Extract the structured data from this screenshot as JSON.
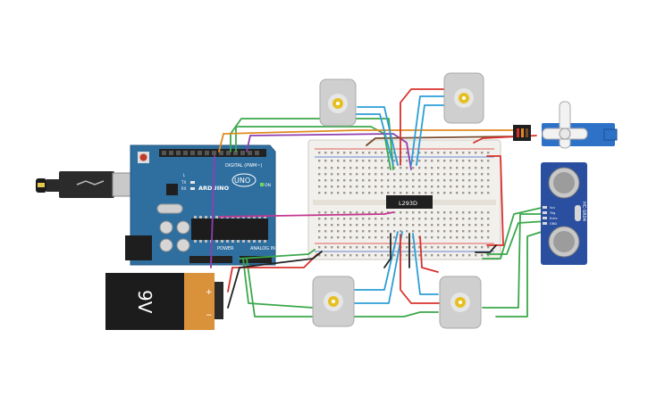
{
  "arduino": {
    "brand": "ARDUINO",
    "model": "UNO",
    "digital_label": "DIGITAL (PWM~)",
    "power_label": "POWER",
    "analog_label": "ANALOG IN",
    "tx_label": "TX",
    "rx_label": "RX",
    "on_label": "ON",
    "l_label": "L"
  },
  "battery": {
    "label": "9V",
    "plus": "+",
    "minus": "−"
  },
  "driver_chip": {
    "label": "L293D"
  },
  "servo": {
    "label": ""
  },
  "ultrasonic": {
    "model": "HC-SR04",
    "pins": [
      "Vcc",
      "Trig",
      "Echo",
      "GND"
    ]
  },
  "colors": {
    "board": "#2f6fa0",
    "breadboard": "#f2f0ec",
    "wire_green": "#3aa84a",
    "wire_blue": "#2a9fd6",
    "wire_red": "#d9302b",
    "wire_orange": "#e08a1e",
    "wire_purple": "#8e3fb0",
    "wire_magenta": "#c2368e",
    "wire_black": "#222222",
    "wire_brown": "#7a4a2a"
  }
}
